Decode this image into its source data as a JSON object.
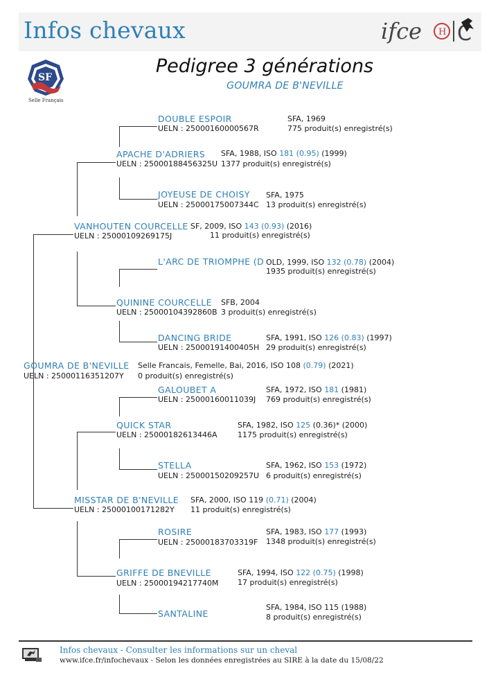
{
  "header": {
    "site_title": "Infos chevaux",
    "logo_text": "ifce",
    "logo_badge": "H",
    "logo_c": "C"
  },
  "sf_logo": {
    "text": "SF",
    "caption": "Selle Français"
  },
  "title": "Pedigree 3 générations",
  "subject_name": "GOUMRA DE B'NEVILLE",
  "horses": {
    "subject": {
      "name": "GOUMRA DE B'NEVILLE",
      "ueln": "UELN : 25000116351207Y",
      "info_pre": "Selle Francais, Femelle, Bai, 2016, ISO 108 ",
      "info_blue": "(0.79)",
      "info_post": " (2021)",
      "products": "0 produit(s) enregistré(s)"
    },
    "sire": {
      "name": "VANHOUTEN COURCELLE",
      "ueln": "UELN : 25000109269175J",
      "info_pre": "SF, 2009, ISO ",
      "info_blue": "143 (0.93)",
      "info_post": " (2016)",
      "products": "11 produit(s) enregistré(s)"
    },
    "sire_sire": {
      "name": "APACHE D'ADRIERS",
      "ueln": "UELN : 25000188456325U",
      "info_pre": "SFA, 1988, ISO ",
      "info_blue": "181 (0.95)",
      "info_post": " (1999)",
      "products": "1377 produit(s) enregistré(s)"
    },
    "sss": {
      "name": "DOUBLE ESPOIR",
      "ueln": "UELN : 25000160000567R",
      "info_pre": "SFA, 1969",
      "info_blue": "",
      "info_post": "",
      "products": "775 produit(s) enregistré(s)"
    },
    "ssd": {
      "name": "JOYEUSE DE CHOISY",
      "ueln": "UELN : 25000175007344C",
      "info_pre": "SFA, 1975",
      "info_blue": "",
      "info_post": "",
      "products": "13 produit(s) enregistré(s)"
    },
    "sire_dam": {
      "name": "QUININE COURCELLE",
      "ueln": "UELN : 25000104392860B",
      "info_pre": "SFB, 2004",
      "info_blue": "",
      "info_post": "",
      "products": "3 produit(s) enregistré(s)"
    },
    "sds": {
      "name": "L'ARC DE TRIOMPHE (D",
      "ueln": "",
      "info_pre": "OLD, 1999, ISO ",
      "info_blue": "132 (0.78)",
      "info_post": " (2004)",
      "products": "1935 produit(s) enregistré(s)"
    },
    "sdd": {
      "name": "DANCING BRIDE",
      "ueln": "UELN : 25000191400405H",
      "info_pre": "SFA, 1991, ISO ",
      "info_blue": "126 (0.83)",
      "info_post": " (1997)",
      "products": "29 produit(s) enregistré(s)"
    },
    "dam": {
      "name": "MISSTAR DE B'NEVILLE",
      "ueln": "UELN : 25000100171282Y",
      "info_pre": "SFA, 2000, ISO 119 ",
      "info_blue": "(0.71)",
      "info_post": " (2004)",
      "products": "11 produit(s) enregistré(s)"
    },
    "dam_sire": {
      "name": "QUICK STAR",
      "ueln": "UELN : 25000182613446A",
      "info_pre": "SFA, 1982, ISO ",
      "info_blue": "125",
      "info_post": " (0.36)* (2000)",
      "products": "1175 produit(s) enregistré(s)"
    },
    "dss": {
      "name": "GALOUBET A",
      "ueln": "UELN : 25000160011039J",
      "info_pre": "SFA, 1972, ISO ",
      "info_blue": "181",
      "info_post": " (1981)",
      "products": "769 produit(s) enregistré(s)"
    },
    "dsd": {
      "name": "STELLA",
      "ueln": "UELN : 25000150209257U",
      "info_pre": "SFA, 1962, ISO ",
      "info_blue": "153",
      "info_post": " (1972)",
      "products": "6 produit(s) enregistré(s)"
    },
    "dam_dam": {
      "name": "GRIFFE DE BNEVILLE",
      "ueln": "UELN : 25000194217740M",
      "info_pre": "SFA, 1994, ISO ",
      "info_blue": "122 (0.75)",
      "info_post": " (1998)",
      "products": "17 produit(s) enregistré(s)"
    },
    "dds": {
      "name": "ROSIRE",
      "ueln": "UELN : 25000183703319F",
      "info_pre": "SFA, 1983, ISO ",
      "info_blue": "177",
      "info_post": " (1993)",
      "products": "1348 produit(s) enregistré(s)"
    },
    "ddd": {
      "name": "SANTALINE",
      "ueln": "",
      "info_pre": "SFA, 1984, ISO 115 (1988)",
      "info_blue": "",
      "info_post": "",
      "products": "8 produit(s) enregistré(s)"
    }
  },
  "footer": {
    "line1": "Infos chevaux - Consulter les informations sur un cheval",
    "line2": "www.ifce.fr/infochevaux - Selon les données enregistrées au SIRE à la date du 15/08/22"
  }
}
